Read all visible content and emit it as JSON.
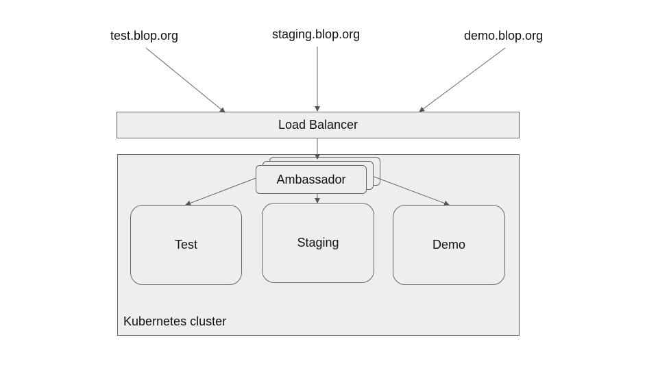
{
  "hosts": {
    "test": "test.blop.org",
    "staging": "staging.blop.org",
    "demo": "demo.blop.org"
  },
  "load_balancer": "Load Balancer",
  "ambassador": "Ambassador",
  "environments": {
    "test": "Test",
    "staging": "Staging",
    "demo": "Demo"
  },
  "cluster_label": "Kubernetes cluster",
  "colors": {
    "box_fill": "#eeeeee",
    "stroke": "#666666",
    "text": "#111111",
    "background": "#ffffff"
  }
}
